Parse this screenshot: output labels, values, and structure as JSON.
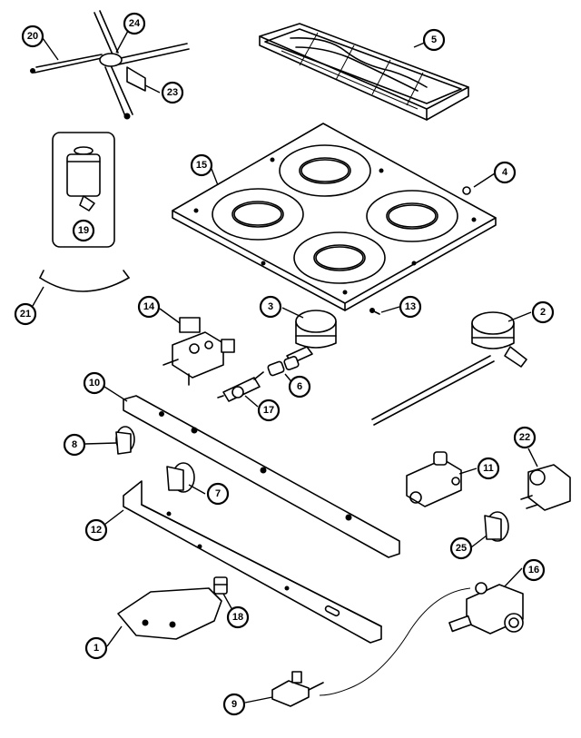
{
  "callouts": [
    {
      "id": "c20",
      "label": "20"
    },
    {
      "id": "c24",
      "label": "24"
    },
    {
      "id": "c23",
      "label": "23"
    },
    {
      "id": "c5",
      "label": "5"
    },
    {
      "id": "c19",
      "label": "19"
    },
    {
      "id": "c15",
      "label": "15"
    },
    {
      "id": "c4",
      "label": "4"
    },
    {
      "id": "c21",
      "label": "21"
    },
    {
      "id": "c14",
      "label": "14"
    },
    {
      "id": "c3",
      "label": "3"
    },
    {
      "id": "c13",
      "label": "13"
    },
    {
      "id": "c2",
      "label": "2"
    },
    {
      "id": "c6",
      "label": "6"
    },
    {
      "id": "c10",
      "label": "10"
    },
    {
      "id": "c17",
      "label": "17"
    },
    {
      "id": "c8",
      "label": "8"
    },
    {
      "id": "c22",
      "label": "22"
    },
    {
      "id": "c11",
      "label": "11"
    },
    {
      "id": "c7",
      "label": "7"
    },
    {
      "id": "c12",
      "label": "12"
    },
    {
      "id": "c25",
      "label": "25"
    },
    {
      "id": "c16",
      "label": "16"
    },
    {
      "id": "c18",
      "label": "18"
    },
    {
      "id": "c1",
      "label": "1"
    },
    {
      "id": "c9",
      "label": "9"
    }
  ]
}
